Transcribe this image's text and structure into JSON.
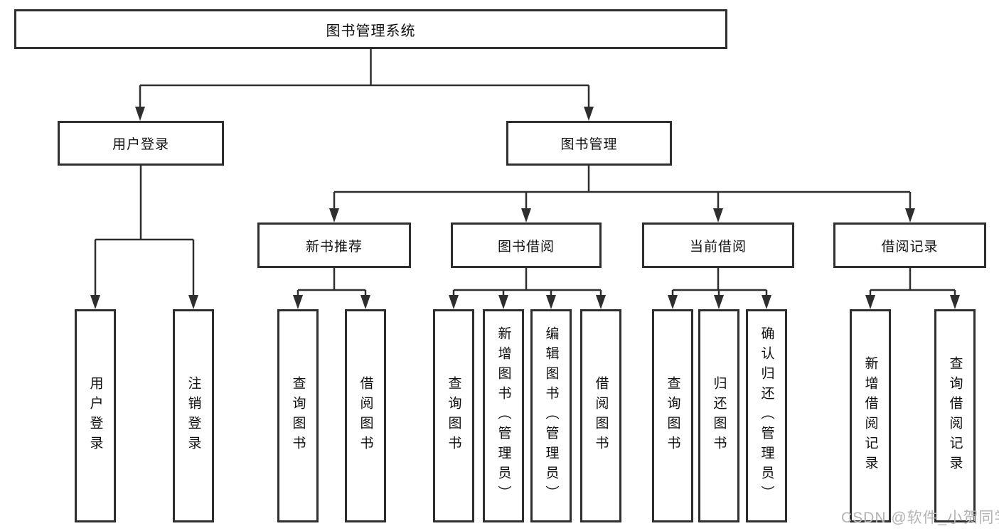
{
  "diagram": {
    "root": {
      "label": "图书管理系统"
    },
    "user_login": {
      "label": "用户登录",
      "children": [
        {
          "label": "用户登录"
        },
        {
          "label": "注销登录"
        }
      ]
    },
    "book_mgmt": {
      "label": "图书管理",
      "sections": [
        {
          "label": "新书推荐",
          "children": [
            {
              "label": "查询图书"
            },
            {
              "label": "借阅图书"
            }
          ]
        },
        {
          "label": "图书借阅",
          "children": [
            {
              "label": "查询图书"
            },
            {
              "label": "新增图书（管理员）"
            },
            {
              "label": "编辑图书（管理员）"
            },
            {
              "label": "借阅图书"
            }
          ]
        },
        {
          "label": "当前借阅",
          "children": [
            {
              "label": "查询图书"
            },
            {
              "label": "归还图书"
            },
            {
              "label": "确认归还（管理员）"
            }
          ]
        },
        {
          "label": "借阅记录",
          "children": [
            {
              "label": "新增借阅记录"
            },
            {
              "label": "查询借阅记录"
            }
          ]
        }
      ]
    },
    "watermark": "CSDN @软件_小贺同学",
    "colors": {
      "border": "#2e2e2e",
      "line": "#2e2e2e",
      "text": "#101010",
      "watermark": "#b3b3b3",
      "background": "#ffffff"
    }
  }
}
